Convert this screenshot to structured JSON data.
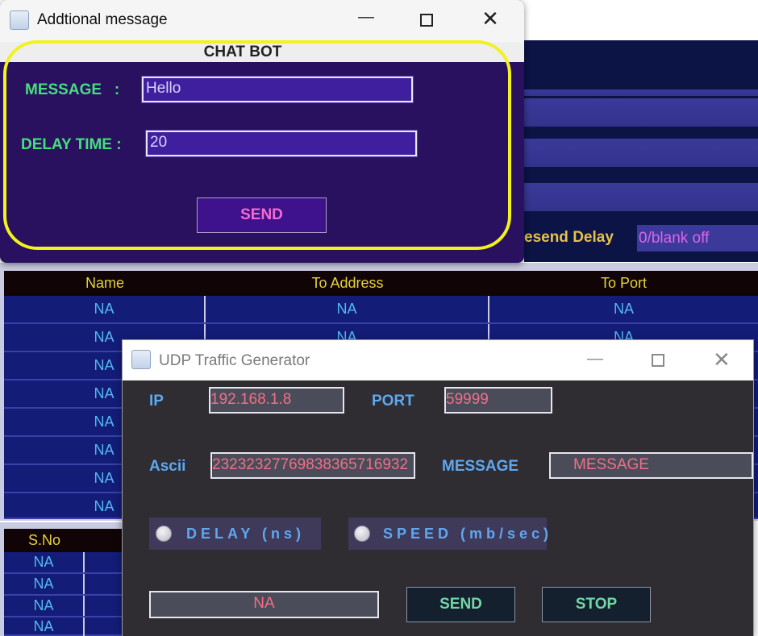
{
  "main_window": {
    "resend_delay_label": "esend Delay",
    "resend_delay_value": "0/blank off",
    "table": {
      "columns": [
        "Name",
        "To Address",
        "To Port"
      ],
      "rows": [
        [
          "NA",
          "NA",
          "NA"
        ],
        [
          "NA",
          "NA",
          "NA"
        ],
        [
          "NA",
          "",
          ""
        ],
        [
          "NA",
          "",
          ""
        ],
        [
          "NA",
          "",
          ""
        ],
        [
          "NA",
          "",
          ""
        ],
        [
          "NA",
          "",
          ""
        ],
        [
          "NA",
          "",
          ""
        ]
      ]
    },
    "table2": {
      "column": "S.No",
      "rows": [
        "NA",
        "NA",
        "NA",
        "NA"
      ]
    }
  },
  "chat_window": {
    "title": "Addtional message",
    "heading": "CHAT BOT",
    "message_label": "MESSAGE   :",
    "message_value": "Hello",
    "delay_label": "DELAY TIME :",
    "delay_value": "20",
    "send_label": "SEND",
    "highlight_color": "#f2f21f"
  },
  "udp_window": {
    "title": "UDP Traffic Generator",
    "ip_label": "IP",
    "ip_value": "192.168.1.8",
    "port_label": "PORT",
    "port_value": "59999",
    "ascii_label": "Ascii",
    "ascii_value": "2323232776983836571693​2",
    "message_label": "MESSAGE",
    "message_value": "MESSAGE",
    "delay_radio": "DELAY (ns)",
    "speed_radio": "SPEED (mb/sec)",
    "status_value": "NA",
    "send_label": "SEND",
    "stop_label": "STOP"
  }
}
